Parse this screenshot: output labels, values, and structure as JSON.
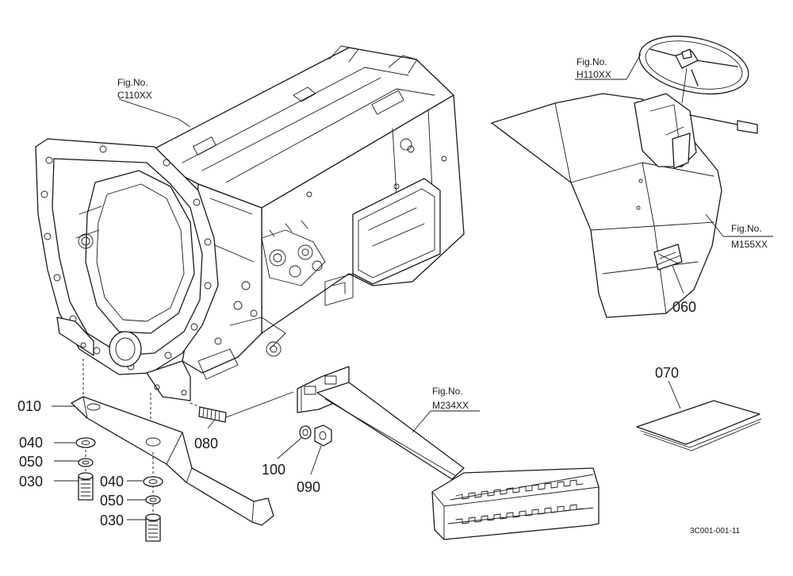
{
  "figure_refs": [
    {
      "line1": "Fig.No.",
      "line2": "C110XX"
    },
    {
      "line1": "Fig.No.",
      "line2": "H110XX"
    },
    {
      "line1": "Fig.No.",
      "line2": "M155XX"
    },
    {
      "line1": "Fig.No.",
      "line2": "M234XX"
    }
  ],
  "part_numbers": {
    "p010": "010",
    "p040a": "040",
    "p050a": "050",
    "p030a": "030",
    "p040b": "040",
    "p050b": "050",
    "p030b": "030",
    "p080": "080",
    "p100": "100",
    "p090": "090",
    "p060": "060",
    "p070": "070"
  },
  "drawing_code": "3C001-001-11"
}
